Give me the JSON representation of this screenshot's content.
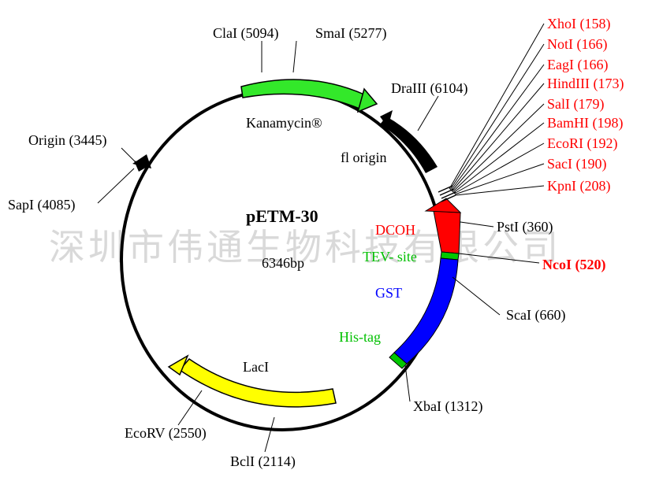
{
  "plasmid": {
    "name": "pETM-30",
    "size": "6346bp"
  },
  "watermark": "深圳市伟通生物科技有限公司",
  "features": {
    "kanamycin": "Kanamycin®",
    "f1_origin": "fl origin",
    "laci": "LacI",
    "dcoh": "DCOH",
    "tev_site": "TEV- site",
    "gst": "GST",
    "his_tag": "His-tag"
  },
  "sites": {
    "cla": "ClaI (5094)",
    "sma": "SmaI (5277)",
    "dra": "DraIII (6104)",
    "origin": "Origin (3445)",
    "sap": "SapI (4085)",
    "pst": "PstI (360)",
    "nco": "NcoI (520)",
    "sca": "ScaI  (660)",
    "xba": "XbaI (1312)",
    "ecorv": "EcoRV (2550)",
    "bcl": "BclI (2114)"
  },
  "mcs": [
    "XhoI (158)",
    "NotI (166)",
    "EagI (166)",
    "HindIII (173)",
    "SalI (179)",
    "BamHI (198)",
    "EcoRI (192)",
    "SacI (190)",
    "KpnI (208)"
  ],
  "colors": {
    "kanamycin": "#33e82a",
    "laci": "#ffff00",
    "gst": "#0000ff",
    "dcoh": "#ff0000",
    "tev": "#00c800",
    "f1": "#000000",
    "mcs_text": "#ff0000",
    "feature_green_text": "#00c000",
    "gst_text": "#0000ff"
  }
}
